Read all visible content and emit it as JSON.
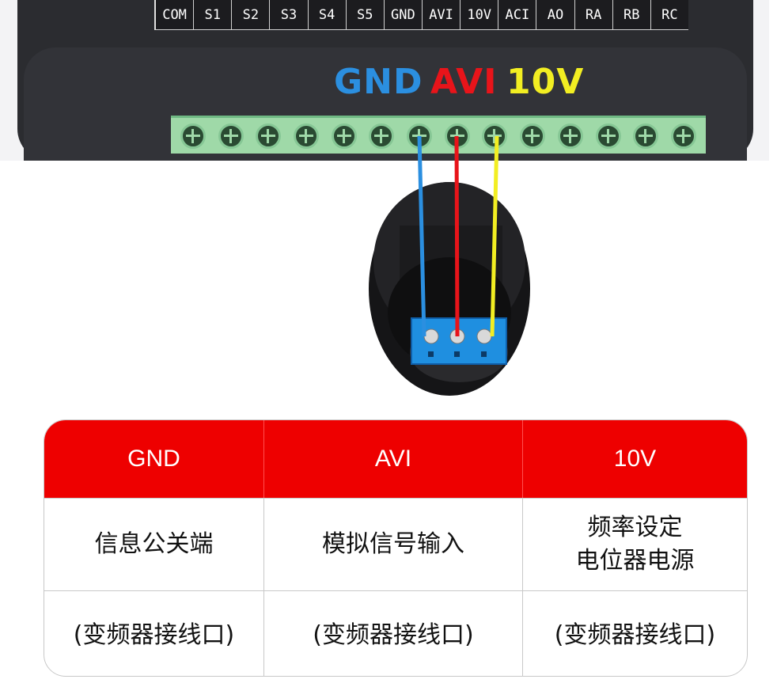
{
  "terminal_labels": [
    "COM",
    "S1",
    "S2",
    "S3",
    "S4",
    "S5",
    "GND",
    "AVI",
    "10V",
    "ACI",
    "AO",
    "RA",
    "RB",
    "RC"
  ],
  "wire_labels": {
    "gnd": {
      "text": "GND",
      "color": "#2b8fe0"
    },
    "avi": {
      "text": "AVI",
      "color": "#e8141a"
    },
    "v10": {
      "text": "10V",
      "color": "#f2ee22"
    }
  },
  "table": {
    "headers": [
      "GND",
      "AVI",
      "10V"
    ],
    "rows": [
      [
        "信息公关端",
        "模拟信号输入",
        "频率设定\n电位器电源"
      ],
      [
        "(变频器接线口)",
        "(变频器接线口)",
        "(变频器接线口)"
      ]
    ]
  },
  "colors": {
    "header_bg": "#ee0000",
    "terminal_green": "#9fd9a8",
    "housing": "#2b2c30"
  }
}
